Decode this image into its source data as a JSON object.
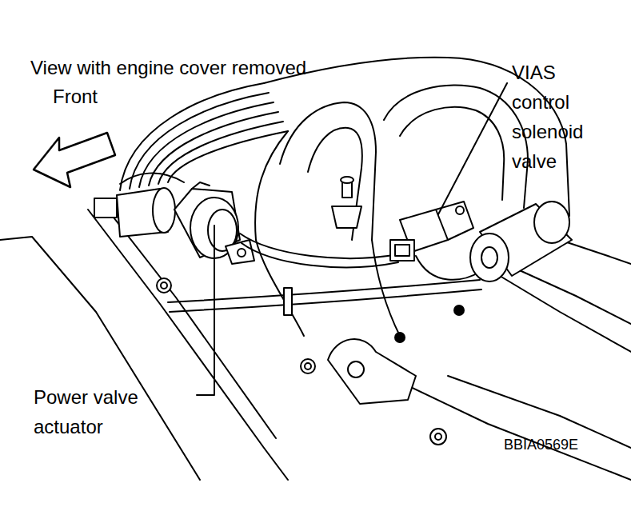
{
  "diagram": {
    "labels": [
      "View with engine cover removed",
      "Front",
      "VIAS control solenoid valve",
      "Power valve actuator",
      "BBIA0569E"
    ]
  }
}
